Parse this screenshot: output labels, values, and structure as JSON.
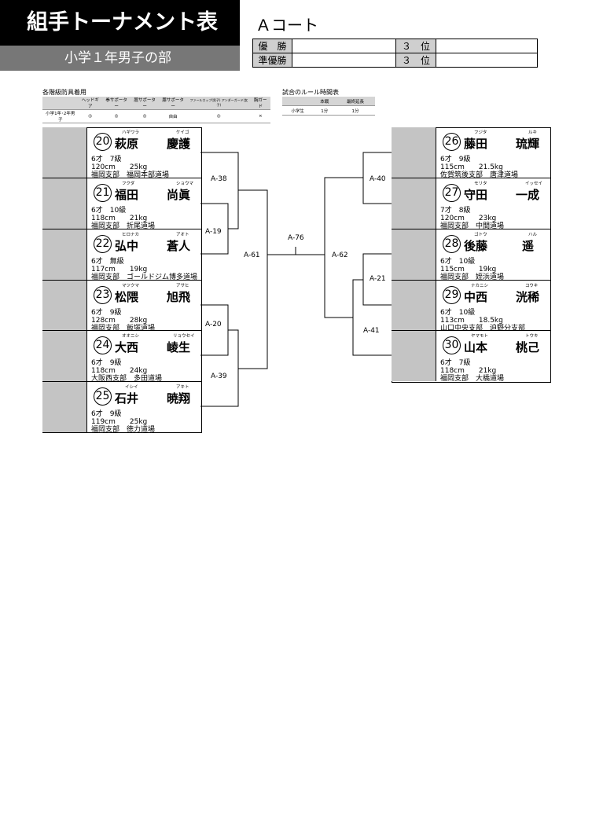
{
  "header": {
    "title": "組手トーナメント表",
    "subtitle": "小学１年男子の部",
    "court": "Ａコート"
  },
  "results": {
    "winner_label": "優　勝",
    "runner_up_label": "準優勝",
    "third_label_1": "３　位",
    "third_label_2": "３　位"
  },
  "equipment": {
    "title": "各階級防具着用",
    "headers": [
      "ヘッドギア",
      "拳サポーター",
      "脛サポーター",
      "膝サポーター",
      "ファールカップ(男子) アンダーガード(女子)",
      "胸ガード"
    ],
    "row_label": "小学1年･2年男子",
    "values": [
      "◎",
      "◎",
      "◎",
      "自由",
      "◎",
      "×"
    ]
  },
  "rules": {
    "title": "試合のルール時間表",
    "headers": [
      "本戦",
      "最終延長"
    ],
    "row_label": "小学生",
    "values": [
      "1分",
      "1分"
    ]
  },
  "competitors": [
    {
      "no": "20",
      "kana_family": "ハギワラ",
      "kana_given": "ケイゴ",
      "family": "萩原",
      "given": "慶護",
      "line1": "6才　7級",
      "line2": "120cm　　25kg",
      "line3": "福岡支部　福岡本部道場"
    },
    {
      "no": "21",
      "kana_family": "フクダ",
      "kana_given": "ショウマ",
      "family": "福田",
      "given": "尚眞",
      "line1": "6才　10級",
      "line2": "118cm　　21kg",
      "line3": "福岡支部　折尾道場"
    },
    {
      "no": "22",
      "kana_family": "ヒロナカ",
      "kana_given": "アオト",
      "family": "弘中",
      "given": "蒼人",
      "line1": "6才　無級",
      "line2": "117cm　　19kg",
      "line3": "福岡支部　ゴールドジム博多道場"
    },
    {
      "no": "23",
      "kana_family": "マツクマ",
      "kana_given": "アサヒ",
      "family": "松隈",
      "given": "旭飛",
      "line1": "6才　9級",
      "line2": "128cm　　28kg",
      "line3": "福岡支部　飯塚道場"
    },
    {
      "no": "24",
      "kana_family": "オオニシ",
      "kana_given": "リョウセイ",
      "family": "大西",
      "given": "崚生",
      "line1": "6才　9級",
      "line2": "118cm　　24kg",
      "line3": "大阪西支部　多田道場"
    },
    {
      "no": "25",
      "kana_family": "イシイ",
      "kana_given": "アキト",
      "family": "石井",
      "given": "暁翔",
      "line1": "6才　9級",
      "line2": "119cm　　25kg",
      "line3": "福岡支部　徳力道場"
    },
    {
      "no": "26",
      "kana_family": "フジタ",
      "kana_given": "ルキ",
      "family": "藤田",
      "given": "琉輝",
      "line1": "6才　9級",
      "line2": "115cm　　21.5kg",
      "line3": "佐賀筑後支部　唐津道場"
    },
    {
      "no": "27",
      "kana_family": "モリタ",
      "kana_given": "イッセイ",
      "family": "守田",
      "given": "一成",
      "line1": "7才　8級",
      "line2": "120cm　　23kg",
      "line3": "福岡支部　中間道場"
    },
    {
      "no": "28",
      "kana_family": "ゴトウ",
      "kana_given": "ハル",
      "family": "後藤",
      "given": "遥",
      "line1": "6才　10級",
      "line2": "115cm　　19kg",
      "line3": "福岡支部　姪浜道場"
    },
    {
      "no": "29",
      "kana_family": "ナカニシ",
      "kana_given": "コウキ",
      "family": "中西",
      "given": "洸稀",
      "line1": "6才　10級",
      "line2": "113cm　　18.5kg",
      "line3": "山口中央支部　迫野分支部"
    },
    {
      "no": "30",
      "kana_family": "ヤマモト",
      "kana_given": "トウキ",
      "family": "山本",
      "given": "桃己",
      "line1": "6才　7級",
      "line2": "118cm　　21kg",
      "line3": "福岡支部　大橋道場"
    }
  ],
  "matches": {
    "a19": "A-19",
    "a20": "A-20",
    "a21": "A-21",
    "a38": "A-38",
    "a39": "A-39",
    "a40": "A-40",
    "a41": "A-41",
    "a61": "A-61",
    "a62": "A-62",
    "a76": "A-76"
  }
}
